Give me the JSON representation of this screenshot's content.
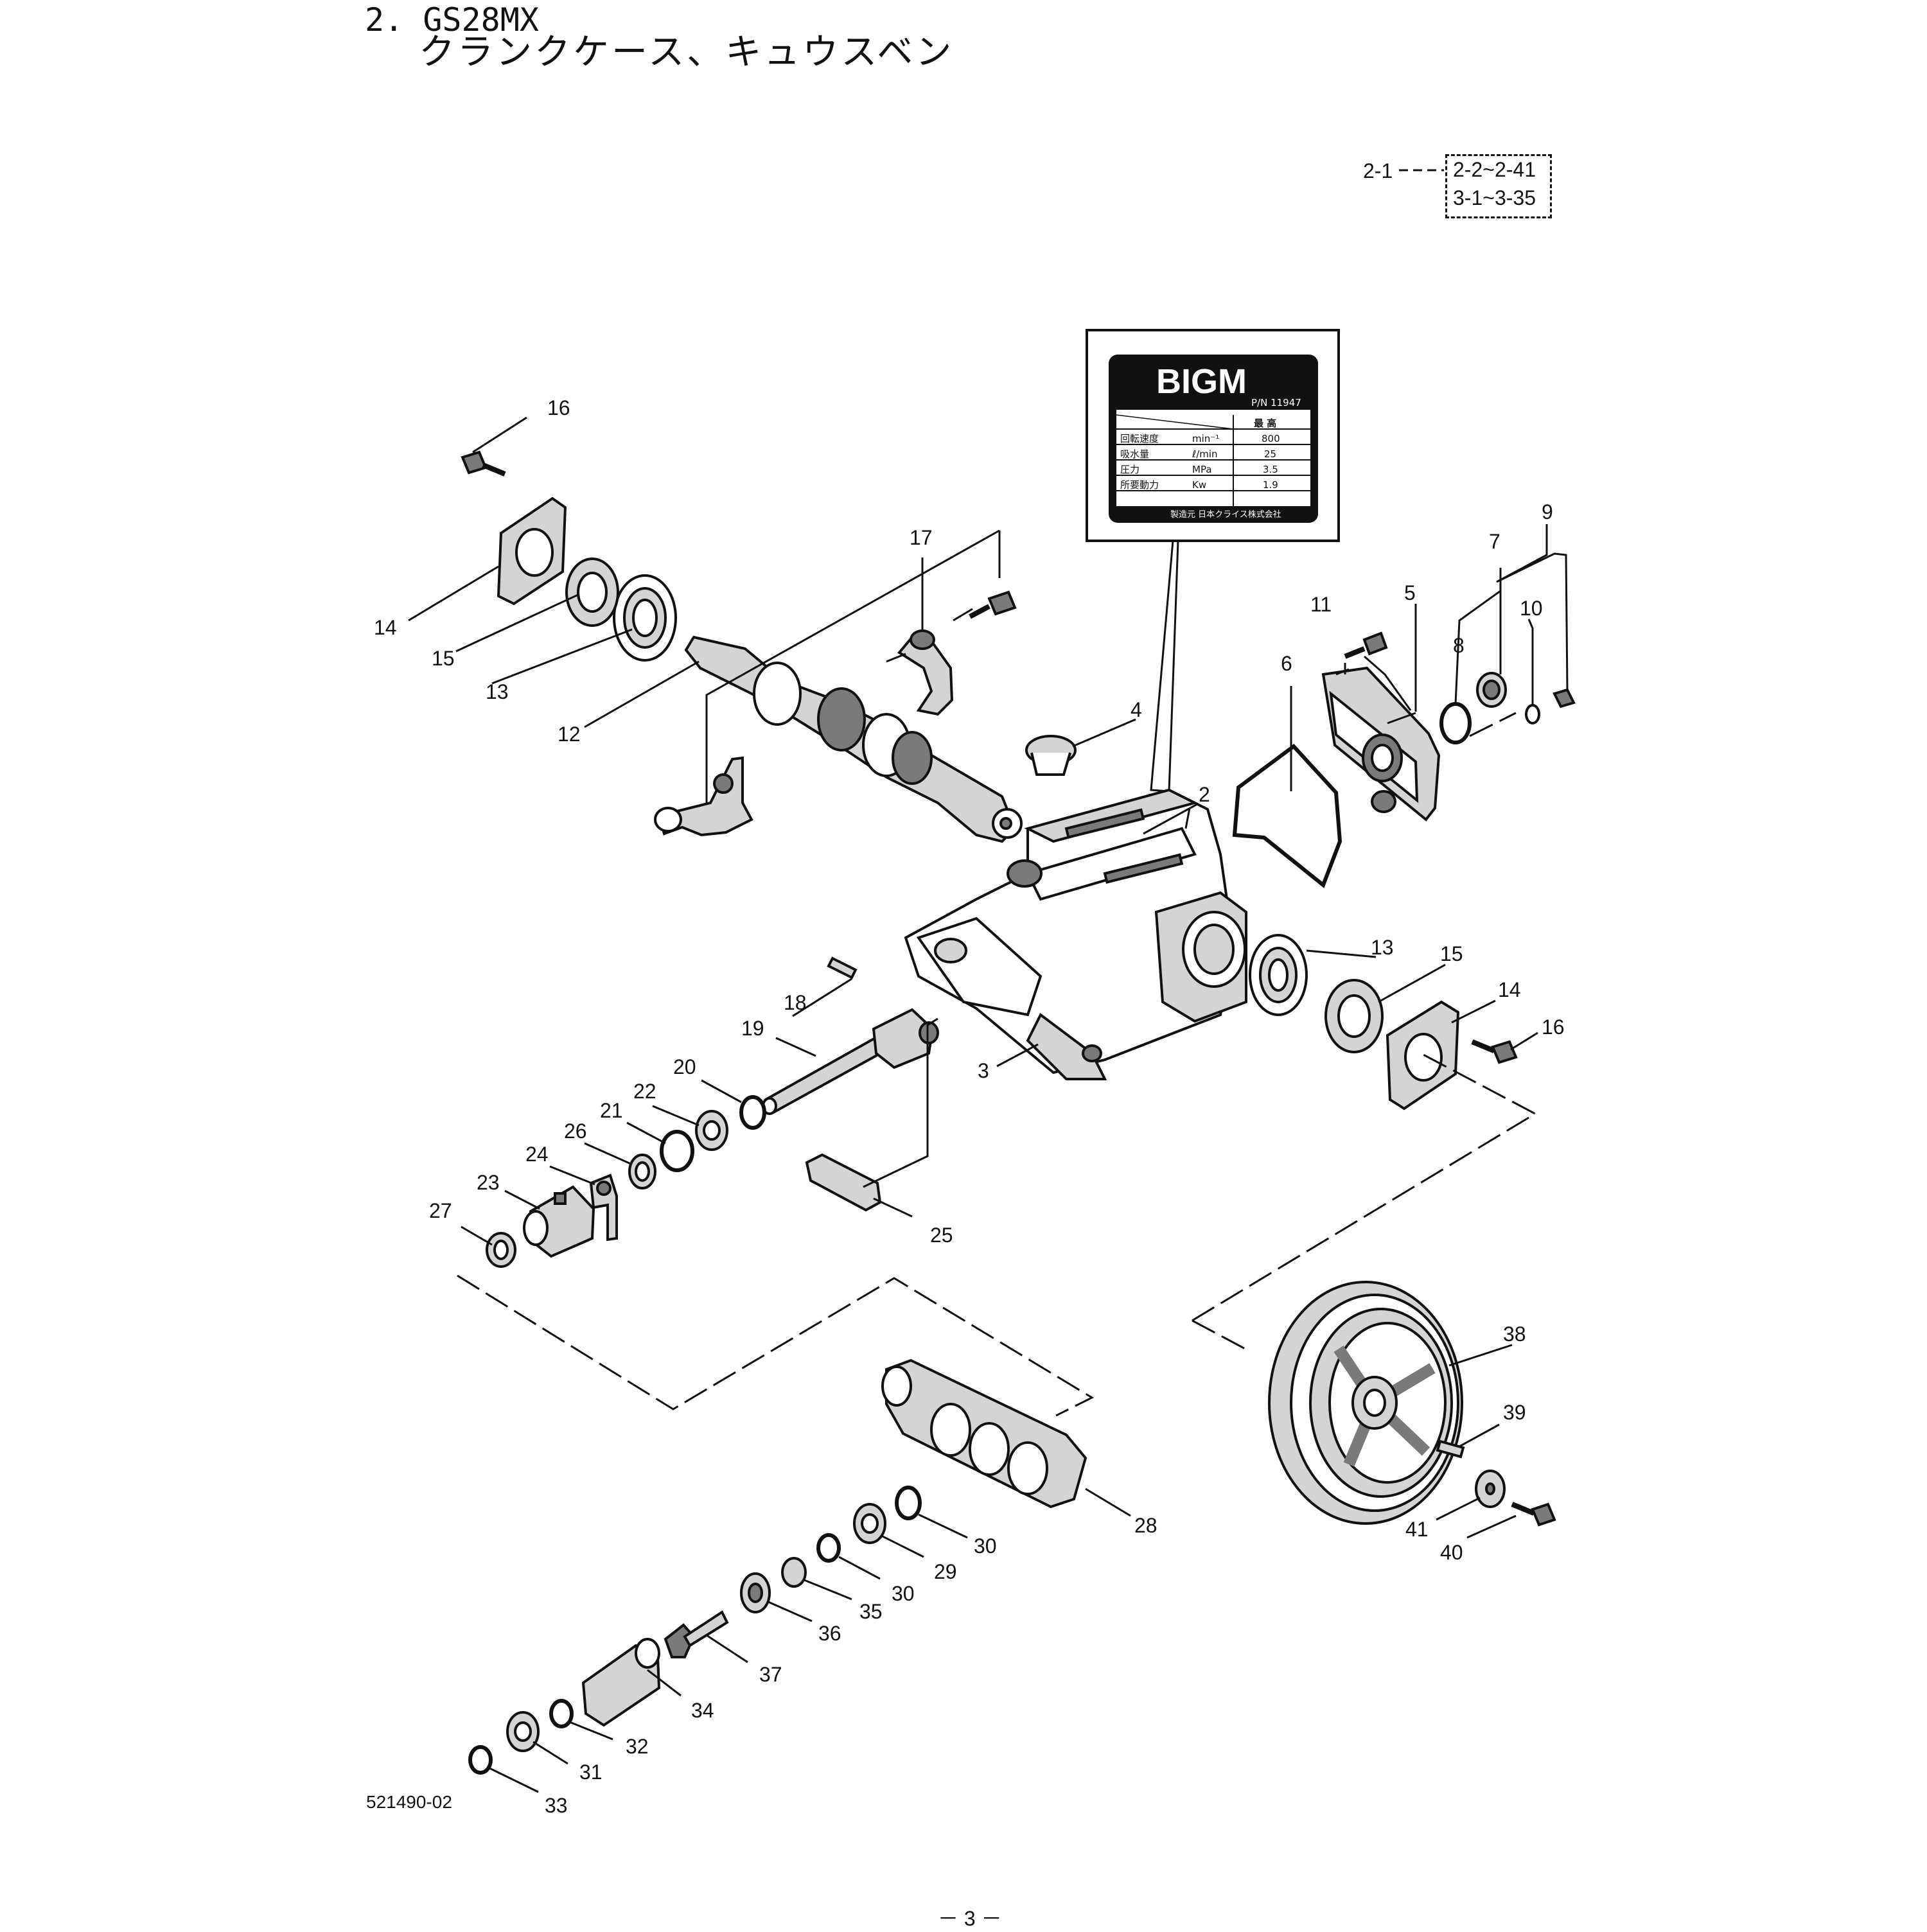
{
  "header": {
    "number": "2.",
    "model": "GS28MX",
    "subtitle": "クランクケース、キュウスベン"
  },
  "reference": {
    "from": "2-1",
    "to_lines": [
      "2-2~2-41",
      "3-1~3-35"
    ]
  },
  "nameplate": {
    "brand": "BIGM",
    "pn": "P/N 11947",
    "max_label": "最 高",
    "rows": [
      {
        "item": "回転速度",
        "unit": "min⁻¹",
        "value": "800"
      },
      {
        "item": "吸水量",
        "unit": "ℓ/min",
        "value": "25"
      },
      {
        "item": "圧力",
        "unit": "MPa",
        "value": "3.5"
      },
      {
        "item": "所要動力",
        "unit": "Kw",
        "value": "1.9"
      }
    ],
    "maker": "製造元 日本クライス株式会社"
  },
  "callouts": [
    "2",
    "3",
    "4",
    "5",
    "6",
    "7",
    "8",
    "9",
    "10",
    "11",
    "12",
    "13",
    "13",
    "14",
    "14",
    "15",
    "15",
    "16",
    "16",
    "17",
    "18",
    "19",
    "20",
    "21",
    "22",
    "23",
    "24",
    "25",
    "26",
    "27",
    "28",
    "29",
    "30",
    "30",
    "31",
    "32",
    "33",
    "34",
    "35",
    "36",
    "37",
    "38",
    "39",
    "40",
    "41"
  ],
  "footer": {
    "doc_number": "521490-02",
    "page": "－ 3 －"
  }
}
